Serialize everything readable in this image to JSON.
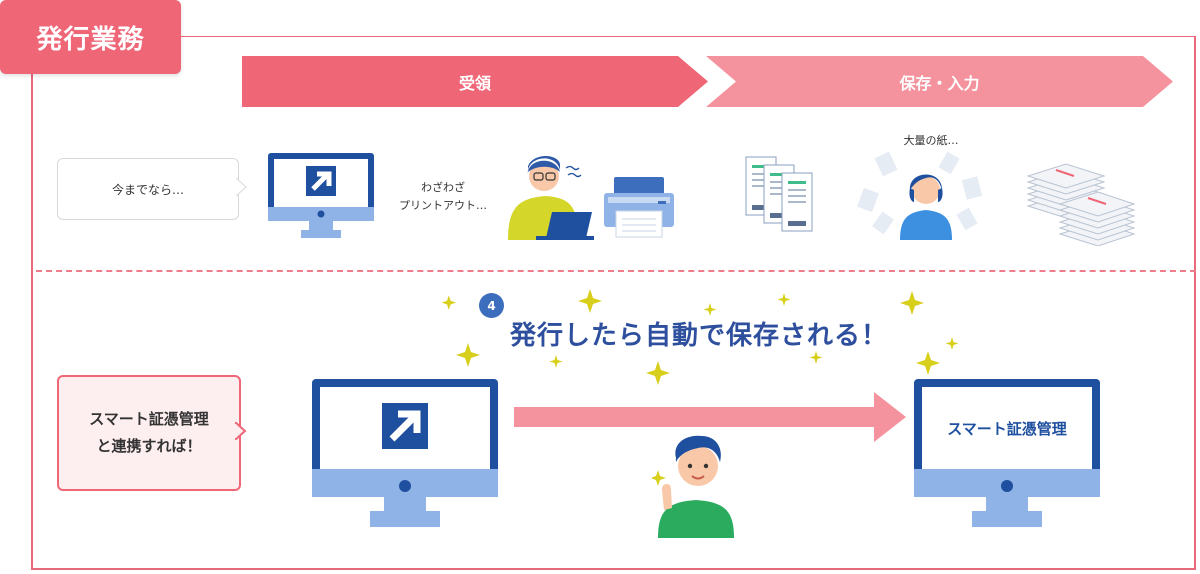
{
  "title": "発行業務",
  "stages": [
    "受領",
    "保存・入力"
  ],
  "before": {
    "bubble": "今までなら…",
    "note_print": [
      "わざわざ",
      "プリントアウト…"
    ],
    "note_paper": "大量の紙…"
  },
  "after": {
    "bubble": [
      "スマート証憑管理",
      "と連携すれば！"
    ],
    "step": "4",
    "headline": "発行したら自動で保存される！",
    "smart_screen_label": "スマート証憑管理"
  },
  "colors": {
    "accent": "#ef6677",
    "stage1": "#ef6677",
    "stage2": "#f4939d",
    "blue": "#1f4f9f",
    "sparkle": "#d8cf1c"
  }
}
